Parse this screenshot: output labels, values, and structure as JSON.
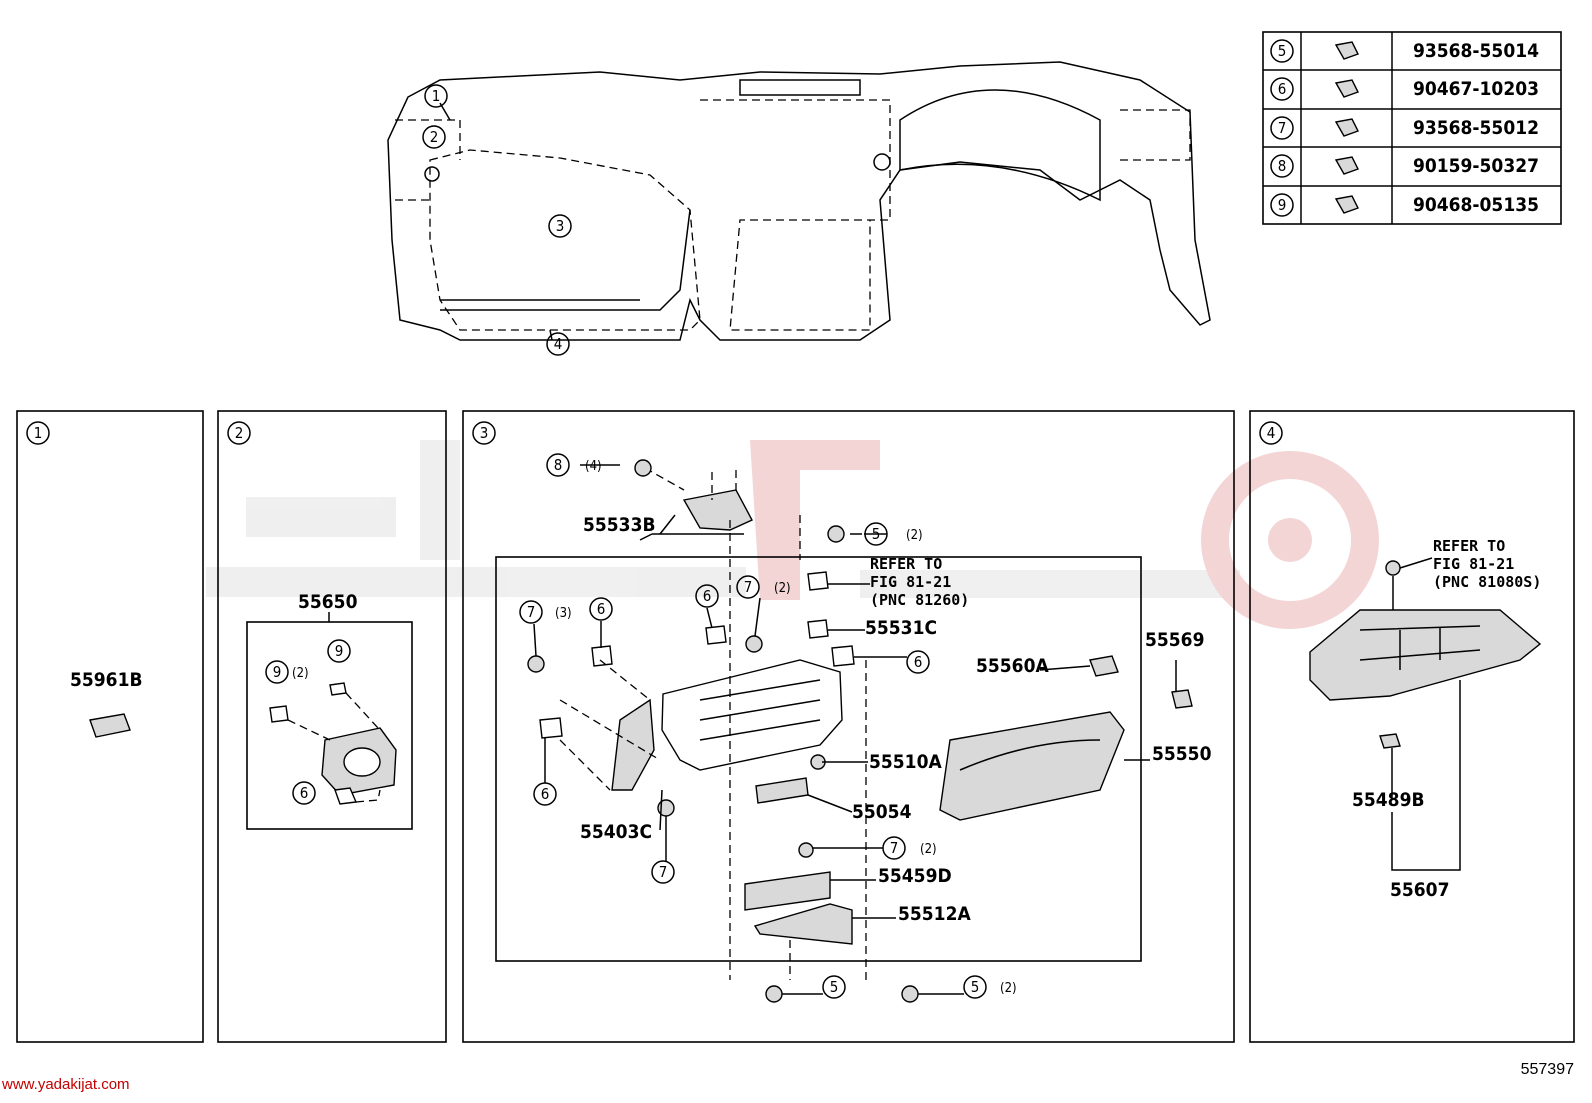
{
  "fasteners": [
    {
      "ref": "5",
      "icon": "screw-bolt-icon",
      "part": "93568-55014"
    },
    {
      "ref": "6",
      "icon": "clip-icon",
      "part": "90467-10203"
    },
    {
      "ref": "7",
      "icon": "screw-bolt-icon",
      "part": "93568-55012"
    },
    {
      "ref": "8",
      "icon": "nut-icon",
      "part": "90159-50327"
    },
    {
      "ref": "9",
      "icon": "clip-icon",
      "part": "90468-05135"
    }
  ],
  "overview_callouts": [
    "1",
    "2",
    "3",
    "4"
  ],
  "panels": [
    {
      "id": "1",
      "parts": [
        "55961B"
      ]
    },
    {
      "id": "2",
      "parts": [
        "55650"
      ],
      "callouts": {
        "c9a": "9",
        "c9a_qty": "(2)",
        "c9b": "9",
        "c6": "6"
      }
    },
    {
      "id": "3",
      "parts": [
        "55533B",
        "55531C",
        "55560A",
        "55569",
        "55550",
        "55510A",
        "55054",
        "55403C",
        "55459D",
        "55512A"
      ],
      "callouts": {
        "c8": "8",
        "c8_qty": "(4)",
        "c5a": "5",
        "c5a_qty": "(2)",
        "c7a": "7",
        "c7a_qty": "(2)",
        "c6a": "6",
        "c7b": "7",
        "c7b_qty": "(3)",
        "c6b": "6",
        "c6c": "6",
        "c6d": "6",
        "c7c": "7",
        "c7d": "7",
        "c7d_qty": "(2)",
        "c5b": "5",
        "c5c": "5",
        "c5c_qty": "(2)"
      },
      "refer": [
        "REFER TO",
        "FIG 81-21",
        "(PNC 81260)"
      ]
    },
    {
      "id": "4",
      "parts": [
        "55489B",
        "55607"
      ],
      "refer": [
        "REFER TO",
        "FIG 81-21",
        "(PNC 81080S)"
      ]
    }
  ],
  "footer": {
    "website": "www.yadakijat.com",
    "figure_number": "557397"
  },
  "colors": {
    "watermark": "#e9b9b9",
    "watermark_grey": "#e3e3e3",
    "url": "#c40000"
  }
}
